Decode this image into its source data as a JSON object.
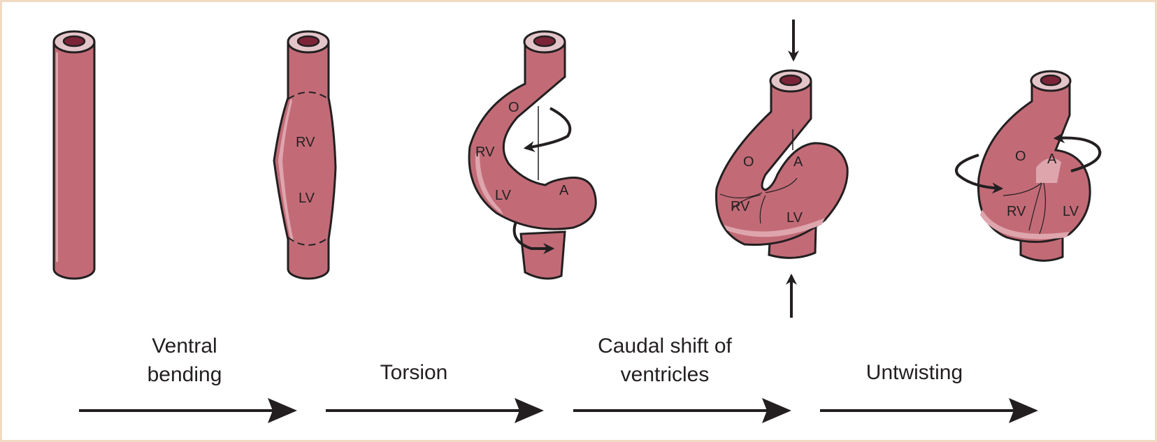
{
  "figure": {
    "title": "Stages of cardiac tube looping",
    "colors": {
      "tissue": "#c26b77",
      "tissue_highlight": "#dea5ad",
      "cap": "#e3c5c9",
      "lumen": "#7b2438",
      "outline": "#231f20",
      "border": "#f2d9c4"
    },
    "stages": [
      {
        "id": "straight-tube",
        "labels": []
      },
      {
        "id": "ventral-bending",
        "labels": [
          "RV",
          "LV"
        ]
      },
      {
        "id": "torsion",
        "labels": [
          "O",
          "RV",
          "LV",
          "A"
        ]
      },
      {
        "id": "caudal-shift",
        "labels": [
          "O",
          "A",
          "RV",
          "LV"
        ]
      },
      {
        "id": "untwisting",
        "labels": [
          "O",
          "A",
          "RV",
          "LV"
        ]
      }
    ],
    "steps": [
      {
        "line1": "Ventral",
        "line2": "bending"
      },
      {
        "line1": "",
        "line2": "Torsion"
      },
      {
        "line1": "Caudal shift of",
        "line2": "ventricles"
      },
      {
        "line1": "",
        "line2": "Untwisting"
      }
    ]
  }
}
